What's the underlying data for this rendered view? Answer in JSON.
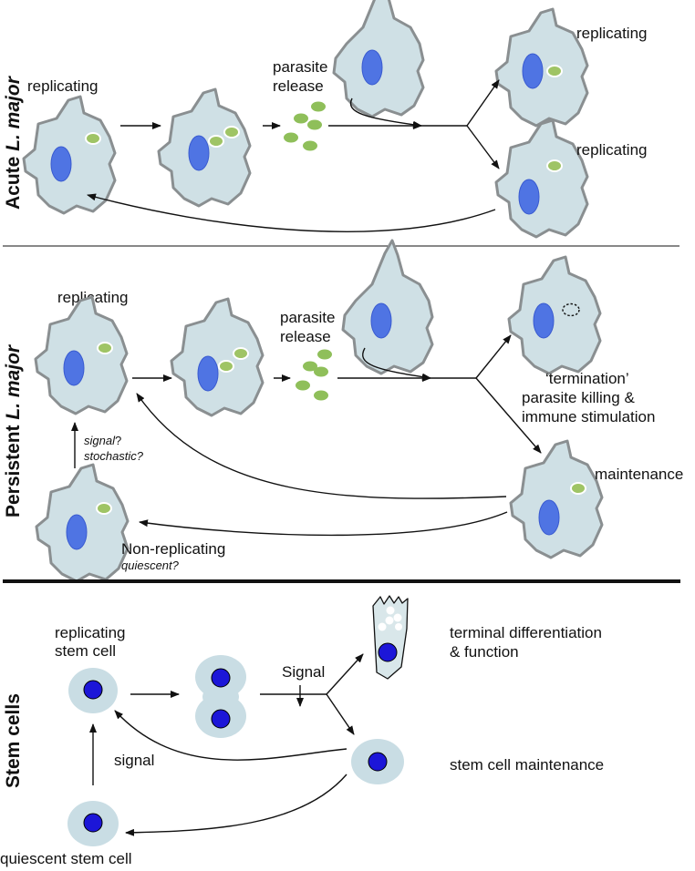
{
  "sections": {
    "acute": {
      "side_title": "Acute ",
      "side_title_em": "L. major",
      "label_replicating_left": "replicating",
      "label_parasite_release_1": "parasite",
      "label_parasite_release_2": "release",
      "label_replicating_top": "replicating",
      "label_replicating_bottom": "replicating"
    },
    "persistent": {
      "side_title": "Persistent ",
      "side_title_em": "L. major",
      "label_replicating": "replicating",
      "label_parasite_release_1": "parasite",
      "label_parasite_release_2": "release",
      "label_termination_1": "‘termination’",
      "label_termination_2": "parasite killing &",
      "label_termination_3": "immune stimulation",
      "label_maintenance": "maintenance",
      "label_signal": "signal",
      "label_signal_q": "?",
      "label_stochastic": "stochastic?",
      "label_nonreplicating": "Non-replicating",
      "label_quiescent": "quiescent?"
    },
    "stem": {
      "side_title": "Stem cells",
      "label_replicating_1": "replicating",
      "label_replicating_2": "stem cell",
      "label_signal_top": "Signal",
      "label_terminal_1": "terminal differentiation",
      "label_terminal_2": "& function",
      "label_maintenance": "stem cell maintenance",
      "label_signal_left": "signal",
      "label_quiescent": "quiescent stem cell"
    }
  },
  "colors": {
    "cell_fill": "#cfe0e5",
    "cell_outline": "#8a8f91",
    "nucleus": "#4f74e3",
    "parasite": "#9fc465",
    "stem_nucleus": "#1c16d8"
  }
}
